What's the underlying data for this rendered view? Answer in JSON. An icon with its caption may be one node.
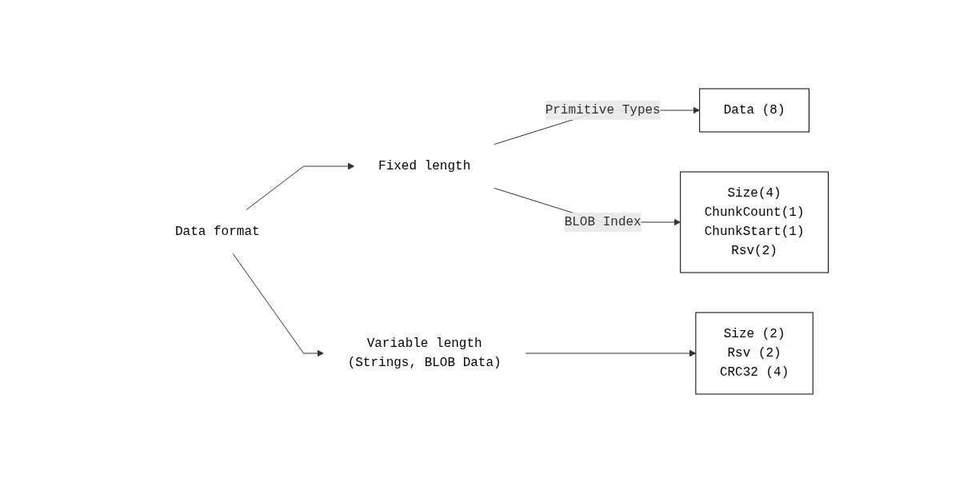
{
  "diagram": {
    "nodes": [
      {
        "text": [
          "Data format"
        ]
      },
      {
        "text": [
          "Fixed length"
        ]
      },
      {
        "text": [
          "Variable length",
          "(Strings, BLOB Data)"
        ]
      },
      {
        "text": [
          "Data (8)"
        ]
      },
      {
        "text": [
          "Size(4)",
          "ChunkCount(1)",
          "ChunkStart(1)",
          "Rsv(2)"
        ]
      },
      {
        "text": [
          "Size (2)",
          "Rsv (2)",
          "CRC32 (4)"
        ]
      }
    ],
    "edges": [
      {
        "from": 0,
        "to": 1,
        "arrow": "to"
      },
      {
        "from": 0,
        "to": 2,
        "arrow": "to"
      },
      {
        "from": 1,
        "to": 3,
        "arrow": "to",
        "label": "Primitive Types"
      },
      {
        "from": 1,
        "to": 4,
        "arrow": "to",
        "label": "BLOB Index"
      },
      {
        "from": 2,
        "to": 5,
        "arrow": "to"
      }
    ]
  }
}
